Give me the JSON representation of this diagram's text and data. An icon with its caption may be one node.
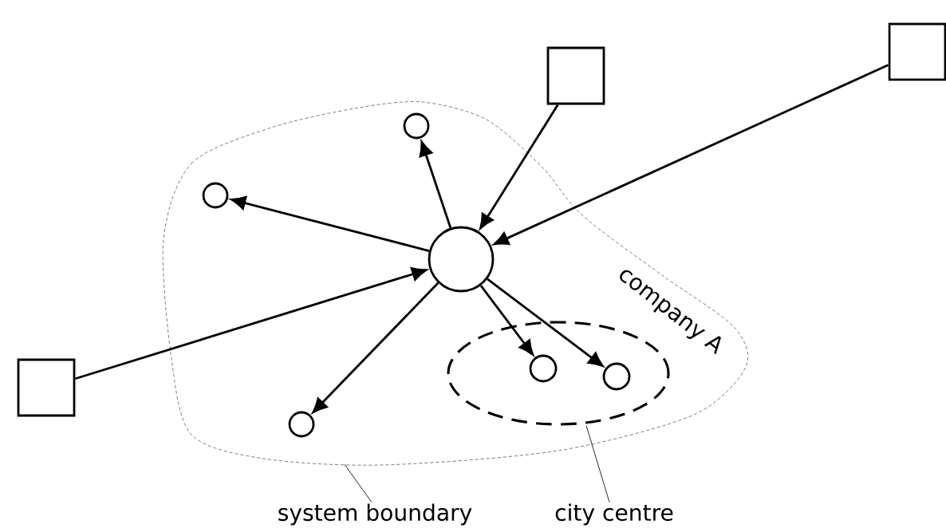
{
  "diagram": {
    "nodes": [
      {
        "text": [
          "company A"
        ]
      },
      {
        "text": [],
        "shape": "circle",
        "in": 0
      },
      {
        "text": [],
        "shape": "circle",
        "in": 0
      },
      {
        "text": [],
        "shape": "circle",
        "in": 0
      },
      {
        "text": [],
        "shape": "circle",
        "in": 0
      },
      {
        "text": [],
        "shape": "ellipse",
        "in": 0
      },
      {
        "text": [],
        "shape": "circle",
        "in": 5
      },
      {
        "text": [],
        "shape": "circle",
        "in": 5
      },
      {
        "text": [],
        "shape": "box"
      },
      {
        "text": [],
        "shape": "box"
      },
      {
        "text": [],
        "shape": "box"
      },
      {
        "text": [
          "system boundary"
        ]
      },
      {
        "text": [
          "city centre"
        ]
      }
    ],
    "edges": [
      {
        "from": 1,
        "to": 2,
        "arrow": "to"
      },
      {
        "from": 1,
        "to": 3,
        "arrow": "to"
      },
      {
        "from": 1,
        "to": 4,
        "arrow": "to"
      },
      {
        "from": 1,
        "to": 6,
        "arrow": "to"
      },
      {
        "from": 1,
        "to": 7,
        "arrow": "to"
      },
      {
        "from": 8,
        "to": 1,
        "arrow": "to"
      },
      {
        "from": 9,
        "to": 1,
        "arrow": "to"
      },
      {
        "from": 10,
        "to": 1,
        "arrow": "to"
      },
      {
        "from": 11,
        "to": 0,
        "arrow": "none"
      },
      {
        "from": 12,
        "to": 5,
        "arrow": "none"
      }
    ]
  }
}
